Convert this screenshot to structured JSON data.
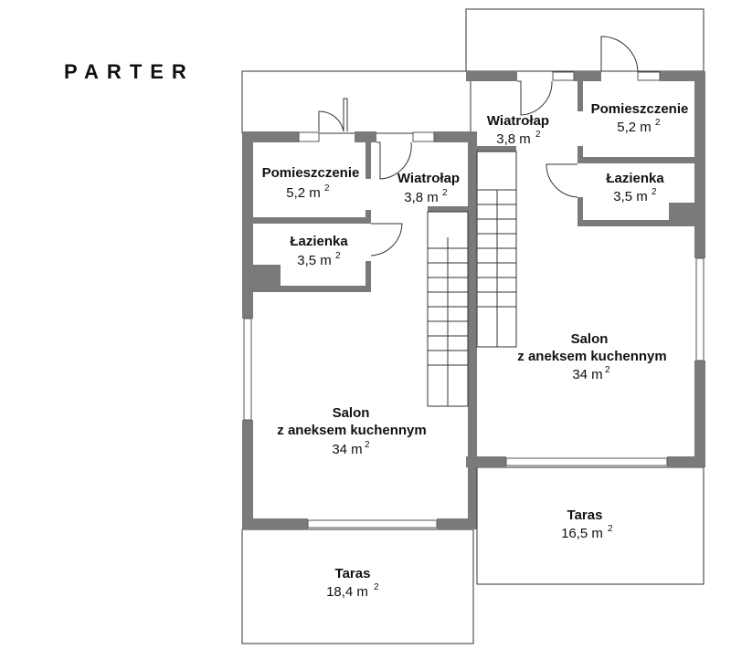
{
  "title": "PARTER",
  "left_unit": {
    "storage": {
      "name": "Pomieszczenie",
      "area": "5,2 m",
      "sup": "2"
    },
    "vestibule": {
      "name": "Wiatrołap",
      "area": "3,8 m",
      "sup": "2"
    },
    "bathroom": {
      "name": "Łazienka",
      "area": "3,5 m",
      "sup": "2"
    },
    "living": {
      "name": "Salon",
      "name2": "z aneksem kuchennym",
      "area": "34 m",
      "sup": "2"
    },
    "terrace": {
      "name": "Taras",
      "area": "18,4 m",
      "sup": "2"
    }
  },
  "right_unit": {
    "storage": {
      "name": "Pomieszczenie",
      "area": "5,2 m",
      "sup": "2"
    },
    "vestibule": {
      "name": "Wiatrołap",
      "area": "3,8 m",
      "sup": "2"
    },
    "bathroom": {
      "name": "Łazienka",
      "area": "3,5 m",
      "sup": "2"
    },
    "living": {
      "name": "Salon",
      "name2": "z aneksem kuchennym",
      "area": "34 m",
      "sup": "2"
    },
    "terrace": {
      "name": "Taras",
      "area": "16,5 m",
      "sup": "2"
    }
  }
}
